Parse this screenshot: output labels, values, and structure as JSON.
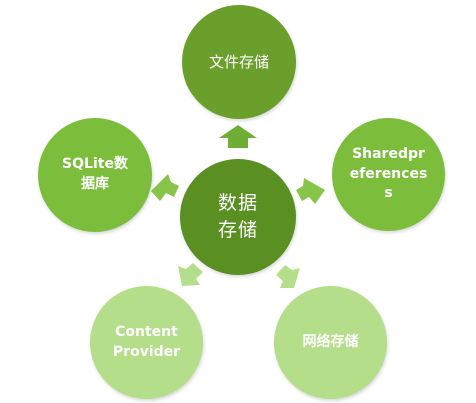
{
  "diagram": {
    "center_label": "数据\n存储",
    "nodes": {
      "top": "文件存储",
      "left": "SQLite数\n据库",
      "right": "Sharedpr\neferences\ns",
      "bottom_left": "Content\nProvider",
      "bottom_right": "网络存储"
    },
    "colors": {
      "center": "#5a8f22",
      "top": "#6a9f2b",
      "middle": "#7cbd3c",
      "bottom": "#b4de8a",
      "arrow_top": "#6fae34",
      "arrow_middle": "#86c44a",
      "arrow_bottom": "#b4de8a"
    }
  }
}
